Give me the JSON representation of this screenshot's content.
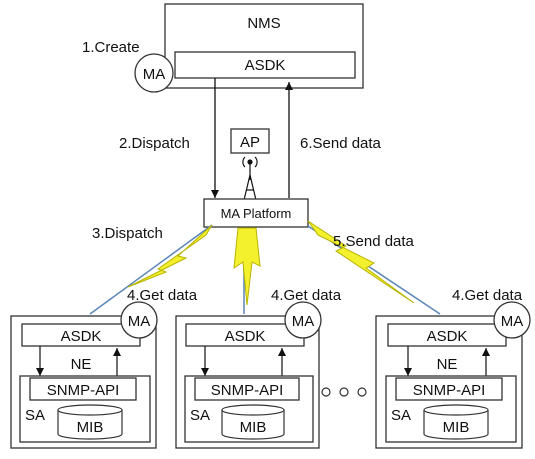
{
  "nms": {
    "title": "NMS",
    "asdk": "ASDK",
    "ma": "MA"
  },
  "steps": {
    "create": "1.Create",
    "dispatch2": "2.Dispatch",
    "dispatch3": "3.Dispatch",
    "get_data": "4.Get data",
    "send_data5": "5.Send data",
    "send_data6": "6.Send data"
  },
  "ap": "AP",
  "platform": "MA Platform",
  "ne": {
    "ma": "MA",
    "asdk": "ASDK",
    "ne": "NE",
    "snmp": "SNMP-API",
    "sa": "SA",
    "mib": "MIB"
  },
  "colors": {
    "lightning": "#f3f02e",
    "lightning_edge": "#b8b400",
    "link": "#5a86b8"
  }
}
